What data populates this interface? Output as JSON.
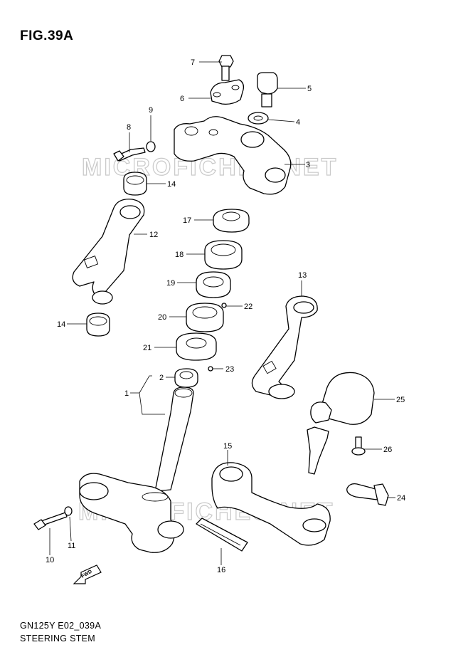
{
  "figure": {
    "title": "FIG.39A",
    "code": "GN125Y E02_039A",
    "name": "STEERING STEM"
  },
  "watermark": "MICROFICHES.NET",
  "fwd_label": "FWD",
  "callouts": [
    "7",
    "5",
    "6",
    "4",
    "9",
    "8",
    "3",
    "14",
    "12",
    "17",
    "18",
    "19",
    "13",
    "20",
    "22",
    "14",
    "21",
    "23",
    "2",
    "1",
    "25",
    "26",
    "15",
    "24",
    "10",
    "11",
    "16"
  ]
}
